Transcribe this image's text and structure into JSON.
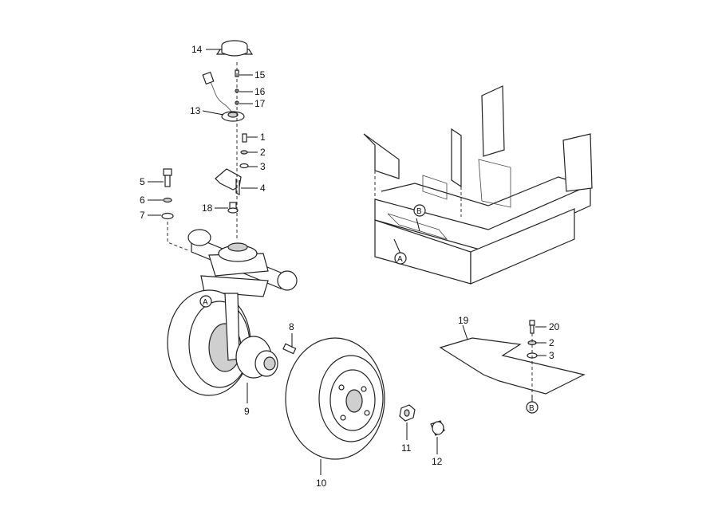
{
  "diagram": {
    "callouts": [
      {
        "id": "c1",
        "text": "1"
      },
      {
        "id": "c2",
        "text": "2"
      },
      {
        "id": "c3",
        "text": "3"
      },
      {
        "id": "c4",
        "text": "4"
      },
      {
        "id": "c5",
        "text": "5"
      },
      {
        "id": "c6",
        "text": "6"
      },
      {
        "id": "c7",
        "text": "7"
      },
      {
        "id": "c8",
        "text": "8"
      },
      {
        "id": "c9",
        "text": "9"
      },
      {
        "id": "c10",
        "text": "10"
      },
      {
        "id": "c11",
        "text": "11"
      },
      {
        "id": "c12",
        "text": "12"
      },
      {
        "id": "c13",
        "text": "13"
      },
      {
        "id": "c14",
        "text": "14"
      },
      {
        "id": "c15",
        "text": "15"
      },
      {
        "id": "c16",
        "text": "16"
      },
      {
        "id": "c17",
        "text": "17"
      },
      {
        "id": "c18",
        "text": "18"
      },
      {
        "id": "c19",
        "text": "19"
      },
      {
        "id": "c20",
        "text": "20"
      },
      {
        "id": "c2b",
        "text": "2"
      },
      {
        "id": "c3b",
        "text": "3"
      }
    ],
    "references": [
      {
        "id": "refA1",
        "text": "A"
      },
      {
        "id": "refA2",
        "text": "A"
      },
      {
        "id": "refB1",
        "text": "B"
      },
      {
        "id": "refB2",
        "text": "B"
      }
    ]
  }
}
